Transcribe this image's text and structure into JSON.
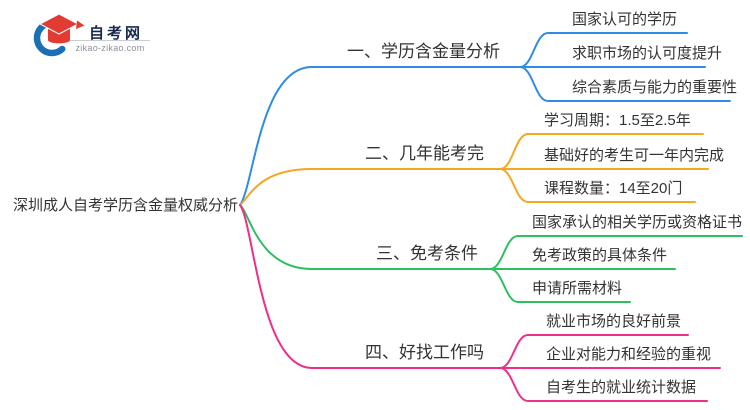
{
  "logo": {
    "name": "自考网",
    "domain": "zikao-zikao.com",
    "cap_color": "#e23b33",
    "ring_color": "#1a6fb5"
  },
  "root": {
    "label": "深圳成人自考学历含金量权威分析"
  },
  "branches": [
    {
      "label": "一、学历含金量分析",
      "color": "#2e8be6",
      "children": [
        {
          "label": "国家认可的学历"
        },
        {
          "label": "求职市场的认可度提升"
        },
        {
          "label": "综合素质与能力的重要性"
        }
      ]
    },
    {
      "label": "二、几年能考完",
      "color": "#f5a623",
      "children": [
        {
          "label": "学习周期：1.5至2.5年"
        },
        {
          "label": "基础好的考生可一年内完成"
        },
        {
          "label": "课程数量：14至20门"
        }
      ]
    },
    {
      "label": "三、免考条件",
      "color": "#2cc05f",
      "children": [
        {
          "label": "国家承认的相关学历或资格证书"
        },
        {
          "label": "免考政策的具体条件"
        },
        {
          "label": "申请所需材料"
        }
      ]
    },
    {
      "label": "四、好找工作吗",
      "color": "#ef2e87",
      "children": [
        {
          "label": "就业市场的良好前景"
        },
        {
          "label": "企业对能力和经验的重视"
        },
        {
          "label": "自考生的就业统计数据"
        }
      ]
    }
  ]
}
